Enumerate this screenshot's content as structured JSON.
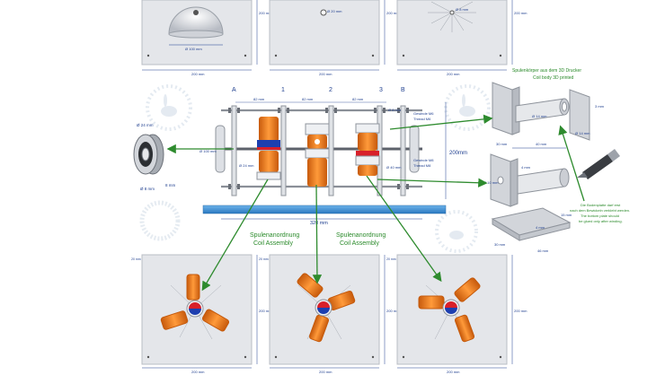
{
  "top_row": {
    "plates": [
      {
        "dim_bottom": "200 mm",
        "dim_side": "200 mm",
        "hole_label": "Ø 100 mm"
      },
      {
        "dim_bottom": "200 mm",
        "dim_side": "200 mm",
        "hole_label": "Ø 20 mm"
      },
      {
        "dim_bottom": "200 mm",
        "dim_side": "200 mm",
        "hole_label": "Ø 8 mm"
      }
    ]
  },
  "assembly": {
    "section_labels": [
      "A",
      "1",
      "2",
      "3",
      "B"
    ],
    "spacing_labels": [
      "82 mm",
      "82 mm",
      "82 mm"
    ],
    "left_dim": "Ø 100 mm",
    "left_small_dim": "Ø 24 mm",
    "right_dims": {
      "d8": "Ø 8 mm",
      "d40": "Ø 40 mm"
    },
    "thread_m6": {
      "de": "Gewinde M6",
      "en": "Thread M6"
    },
    "thread_m8": {
      "de": "Gewinde M8",
      "en": "Thread M8"
    },
    "height": "200mm",
    "base_length": "320 mm"
  },
  "bearing": {
    "outer": "Ø 24 mm",
    "inner": "Ø 8 mm",
    "width": "8 mm"
  },
  "coil_body": {
    "title_de": "Spulenkörper aus dem 3D Drucker",
    "title_en": "Coil body 3D printed",
    "dims": {
      "d14a": "Ø 14 mm",
      "d14b": "Ø 14 mm",
      "w3": "3 mm",
      "w30": "30 mm",
      "w40": "40 mm",
      "w4": "4 mm",
      "d10": "Ø 10 mm",
      "w15": "15 mm",
      "w4b": "4 mm",
      "w30b": "30 mm",
      "w46": "46 mm"
    },
    "note": [
      "Die Bodenplatte darf erst",
      "nach dem Bewickeln verklebt werden.",
      "The bottom plate should",
      "be glued only after winding."
    ]
  },
  "coil_assembly_labels": [
    {
      "de": "Spulenanordnung",
      "en": "Coil Assembly"
    },
    {
      "de": "Spulenanordnung",
      "en": "Coil Assembly"
    }
  ],
  "bottom_row": {
    "plates": [
      {
        "dim_bottom": "200 mm",
        "dim_side": "200 mm",
        "small": "20 mm"
      },
      {
        "dim_bottom": "200 mm",
        "dim_side": "200 mm",
        "small": "20 mm"
      },
      {
        "dim_bottom": "200 mm",
        "dim_side": "200 mm",
        "small": "20 mm"
      }
    ]
  },
  "colors": {
    "plate": "#e4e6ea",
    "plate_edge": "#b9bdc4",
    "dim": "#1f3f8f",
    "arrow": "#2e8b2e",
    "coil": "#f07a1a",
    "rail": "#3a8fd6",
    "magnet_red": "#d8202a",
    "magnet_blue": "#1d3fb0",
    "note_text": "#2a8a2a"
  }
}
